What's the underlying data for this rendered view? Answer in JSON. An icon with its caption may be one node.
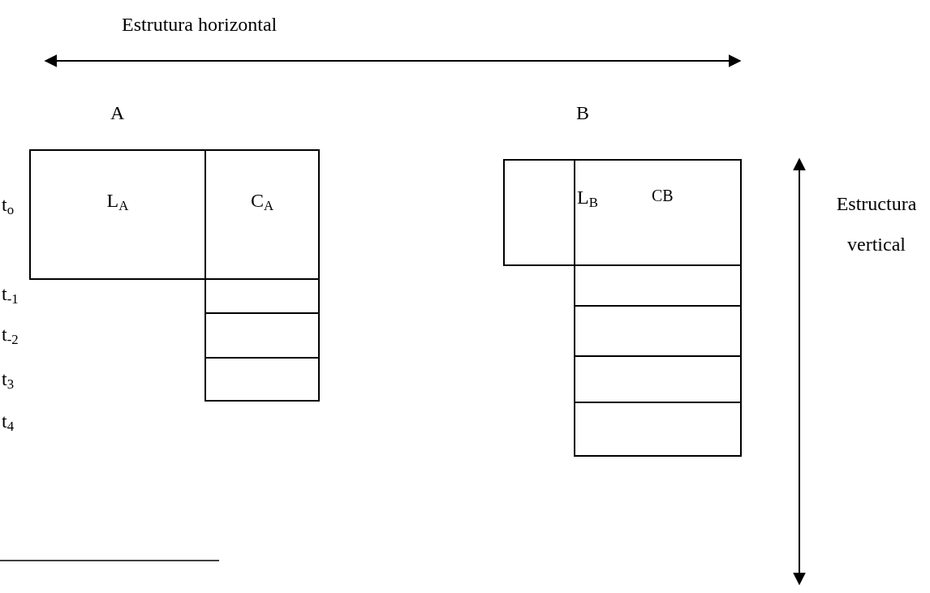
{
  "diagram": {
    "nodes": [
      {
        "text": [
          "L$_{A}$"
        ]
      },
      {
        "text": [
          "C$_{A}$"
        ]
      },
      {
        "text": [],
        "shape": "box"
      },
      {
        "text": [],
        "shape": "box"
      },
      {
        "text": [],
        "shape": "box"
      },
      {
        "text": [],
        "shape": "box"
      },
      {
        "text": [
          "L$_{B}$",
          "CB"
        ]
      },
      {
        "text": [],
        "shape": "box"
      },
      {
        "text": [],
        "shape": "box"
      },
      {
        "text": [],
        "shape": "box"
      },
      {
        "text": [],
        "shape": "box"
      }
    ],
    "labels": [
      "Estrutura horizontal",
      "A",
      "B",
      "t$_{o}$",
      "Estructura vertical",
      "t$_{-1}$",
      "t$_{-2}$",
      "t$_{3}$",
      "t$_{4}$"
    ]
  }
}
